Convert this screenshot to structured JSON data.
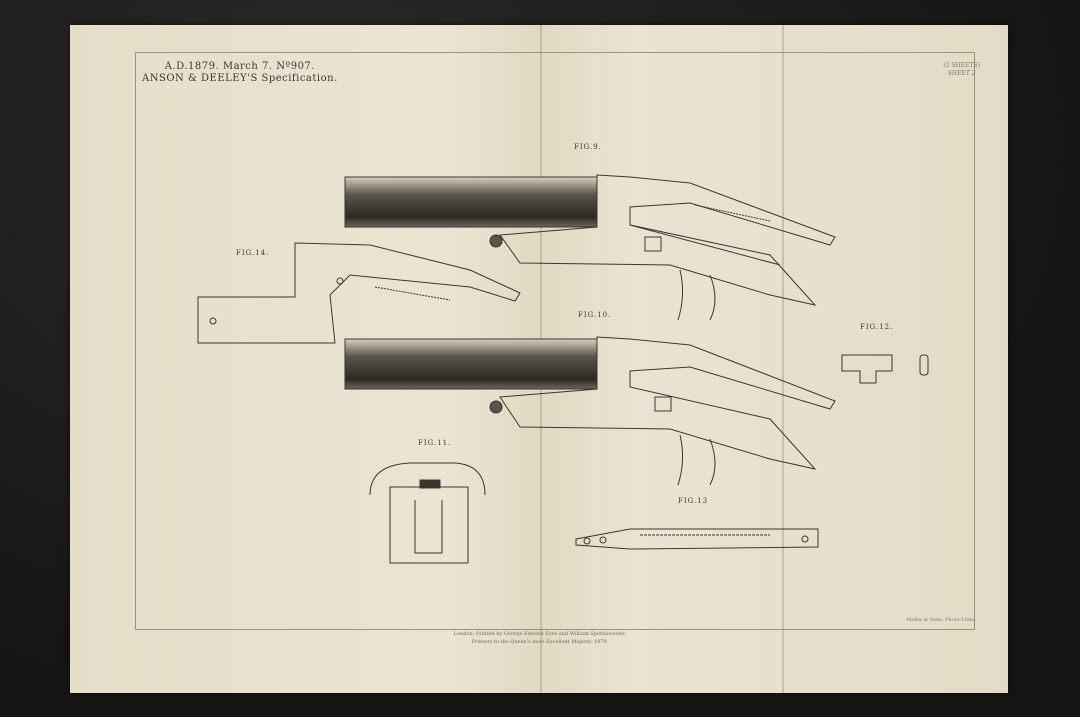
{
  "header": {
    "line1": "A.D.1879. March 7. Nº907.",
    "line2": "ANSON & DEELEY'S Specification."
  },
  "sheets": {
    "line1": "(2 SHEETS)",
    "line2": "SHEET 2"
  },
  "figures": {
    "fig9": "FIG.9.",
    "fig10": "FIG.10.",
    "fig11": "FIG.11.",
    "fig12": "FIG.12.",
    "fig13": "FIG.13",
    "fig14": "FIG.14."
  },
  "footer": {
    "line1": "London: Printed by George Edward Eyre and William Spottiswoode,",
    "line2": "Printers to the Queen's most Excellent Majesty. 1879."
  },
  "litho": "Malby & Sons, Photo-Litho.",
  "colors": {
    "background": "#1b1a19",
    "paper": "#e8e0cd",
    "ink": "#3a362f"
  }
}
